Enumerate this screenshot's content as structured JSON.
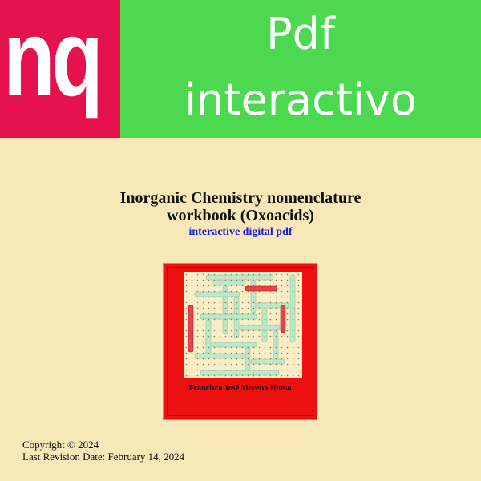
{
  "banner": {
    "logo_text": "nq",
    "line1": "Pdf",
    "line2": "interactivo"
  },
  "document": {
    "title_line1": "Inorganic Chemistry nomenclature",
    "title_line2": "workbook (Oxoacids)",
    "subtitle": "interactive digital pdf"
  },
  "cover": {
    "author": "Francisco José Moreno Hueso"
  },
  "footer": {
    "copyright": "Copyright © 2024",
    "revision": "Last Revision Date: February 14, 2024"
  },
  "colors": {
    "background": "#f8e8b8",
    "logo_red": "#e5124e",
    "banner_green": "#4cd94f",
    "cover_red": "#ee1010",
    "subtitle_blue": "#1a1adc"
  }
}
